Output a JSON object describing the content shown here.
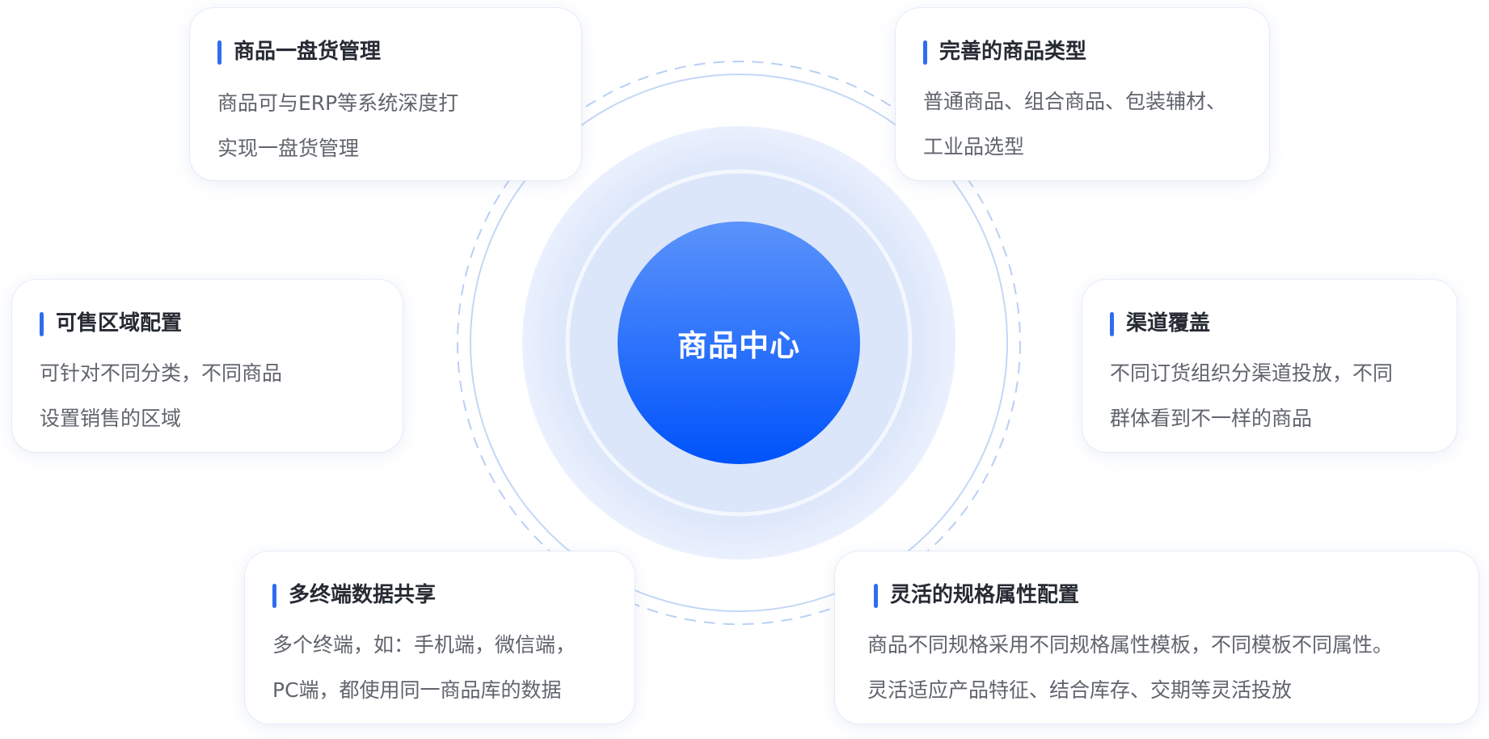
{
  "center": {
    "label": "商品中心"
  },
  "colors": {
    "accent": "#2f6df0",
    "title_text": "#262a33",
    "body_text": "#60646c",
    "ring_line": "#b9d0f5",
    "halo": "#dfe8fb",
    "core_top": "#5b93fb",
    "core_bottom": "#0053fb"
  },
  "cards": [
    {
      "title": "商品一盘货管理",
      "lines": [
        "商品可与ERP等系统深度打",
        "实现一盘货管理"
      ]
    },
    {
      "title": "完善的商品类型",
      "lines": [
        "普通商品、组合商品、包装辅材、",
        "工业品选型"
      ]
    },
    {
      "title": "可售区域配置",
      "lines": [
        "可针对不同分类，不同商品",
        "设置销售的区域"
      ]
    },
    {
      "title": "渠道覆盖",
      "lines": [
        "不同订货组织分渠道投放，不同",
        "群体看到不一样的商品"
      ]
    },
    {
      "title": "多终端数据共享",
      "lines": [
        "多个终端，如：手机端，微信端，",
        "PC端，都使用同一商品库的数据"
      ]
    },
    {
      "title": "灵活的规格属性配置",
      "lines": [
        "商品不同规格采用不同规格属性模板，不同模板不同属性。",
        "灵活适应产品特征、结合库存、交期等灵活投放"
      ]
    }
  ]
}
